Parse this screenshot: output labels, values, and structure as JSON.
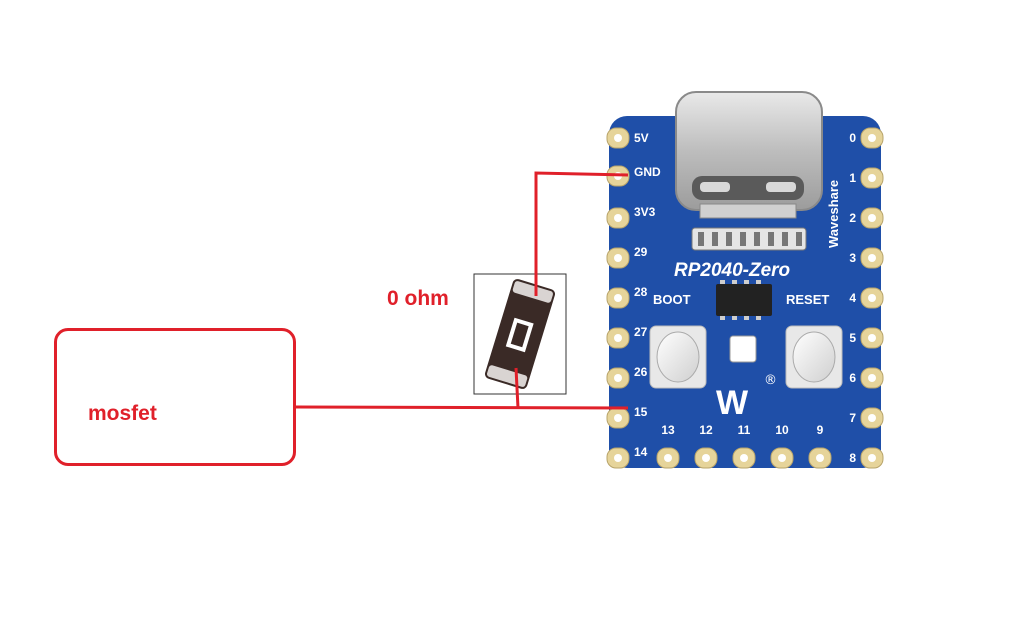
{
  "components": {
    "mosfet": {
      "label": "mosfet"
    },
    "resistor": {
      "label": "0 ohm"
    }
  },
  "board": {
    "name": "RP2040-Zero",
    "brand": "Waveshare",
    "logo": "W",
    "buttons": {
      "boot": "BOOT",
      "reset": "RESET"
    },
    "left_pins": [
      "5V",
      "GND",
      "3V3",
      "29",
      "28",
      "27",
      "26",
      "15",
      "14"
    ],
    "right_pins": [
      "0",
      "1",
      "2",
      "3",
      "4",
      "5",
      "6",
      "7",
      "8"
    ],
    "bottom_pins": [
      "13",
      "12",
      "11",
      "10",
      "9"
    ]
  },
  "colors": {
    "wire": "#e0202a",
    "pcb": "#1f4fa8",
    "pad": "#e6d49a",
    "resistor_body": "#3a2a26"
  }
}
